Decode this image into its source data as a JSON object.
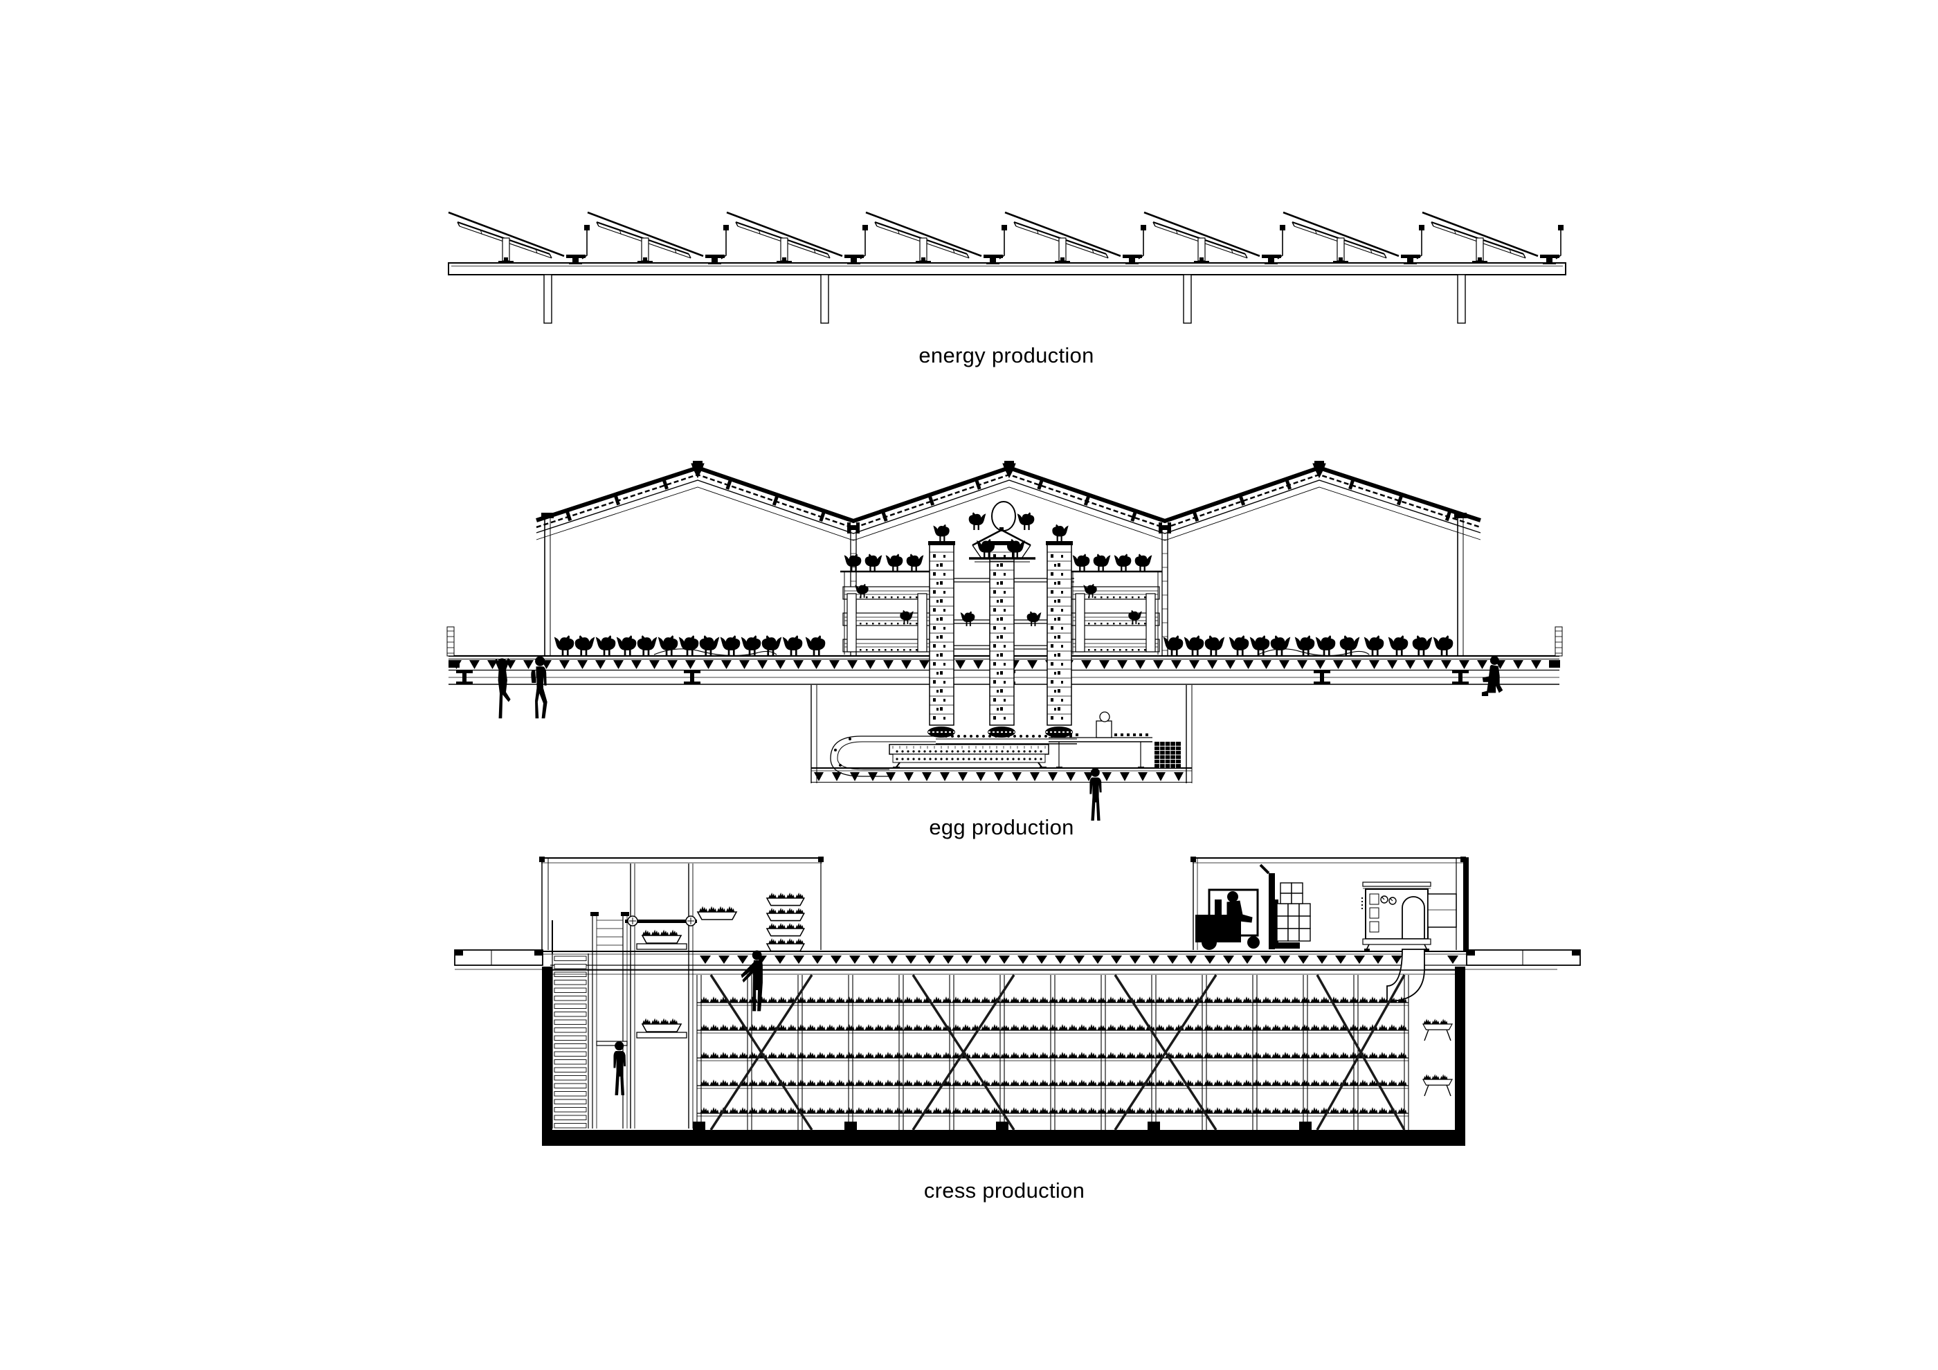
{
  "page": {
    "background": "#ffffff",
    "ink": "#000000",
    "kind": "architectural section diagram"
  },
  "sections": [
    {
      "id": "energy",
      "label": "energy production",
      "items": {
        "solar_panels": 8,
        "deck_supports": 4
      }
    },
    {
      "id": "egg",
      "label": "egg production",
      "items": {
        "roof_bays": 3,
        "egg_lift_towers": 3,
        "aviary_racks": 2,
        "round_window": 1,
        "workers": 4,
        "floor_chickens": 26,
        "packing_line": 1,
        "egg_crate_stack": 1
      }
    },
    {
      "id": "cress",
      "label": "cress production",
      "items": {
        "shelf_levels": 5,
        "shelf_posts": 15,
        "workers": 3,
        "forklift": 1,
        "tray_stack": 4,
        "goods_lift": 1,
        "staircase": 1,
        "climate_unit": 1
      }
    }
  ]
}
